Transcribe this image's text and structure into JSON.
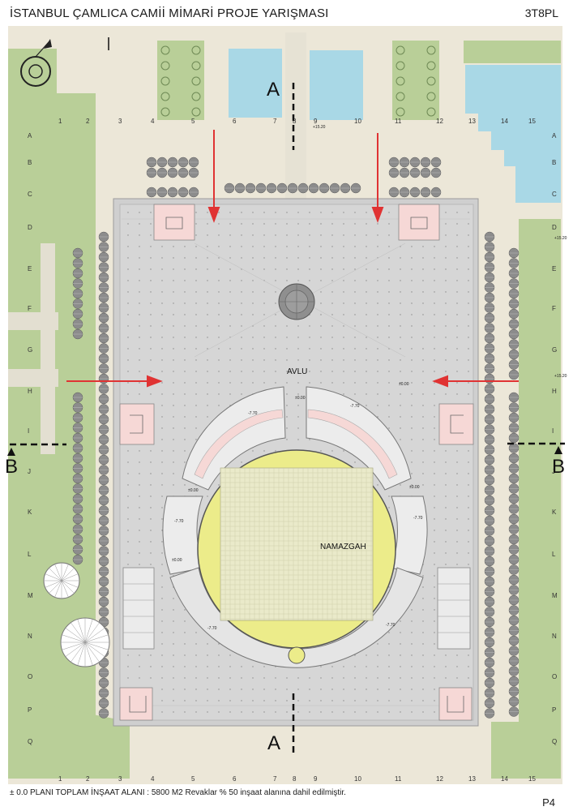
{
  "header": {
    "title": "İSTANBUL ÇAMLICA  CAMİİ MİMARİ PROJE YARIŞMASI",
    "code": "3T8PL"
  },
  "footer": {
    "note": "± 0.0 PLANI TOPLAM İNŞAAT ALANI : 5800 M2 Revaklar % 50 inşaat alanına dahil edilmiştir.",
    "sheet": "P4"
  },
  "grid": {
    "columns": [
      "1",
      "2",
      "3",
      "4",
      "5",
      "6",
      "7",
      "8",
      "9",
      "10",
      "11",
      "12",
      "13",
      "14",
      "15"
    ],
    "rows": [
      "A",
      "B",
      "C",
      "D",
      "E",
      "F",
      "G",
      "H",
      "I",
      "J",
      "K",
      "L",
      "M",
      "N",
      "O",
      "P",
      "Q"
    ]
  },
  "spaces": {
    "courtyard": "AVLU",
    "prayer_hall": "NAMAZGAH"
  },
  "sections": {
    "a_top": "A",
    "a_bottom": "A",
    "b_left": "B",
    "b_right": "B"
  },
  "levels": {
    "courtyard_level": "±0.00",
    "lower_level": "-7.70",
    "upper_level": "+15.20"
  },
  "colors": {
    "background": "#ece7d8",
    "lawn": "#b9cf98",
    "pool": "#a9d8e6",
    "court": "#d5d5d5",
    "yellow_hall": "#ecec8a",
    "pink_rooms": "#f6d8d6",
    "arrow": "#e03333",
    "tree": "#8c8c8c"
  }
}
